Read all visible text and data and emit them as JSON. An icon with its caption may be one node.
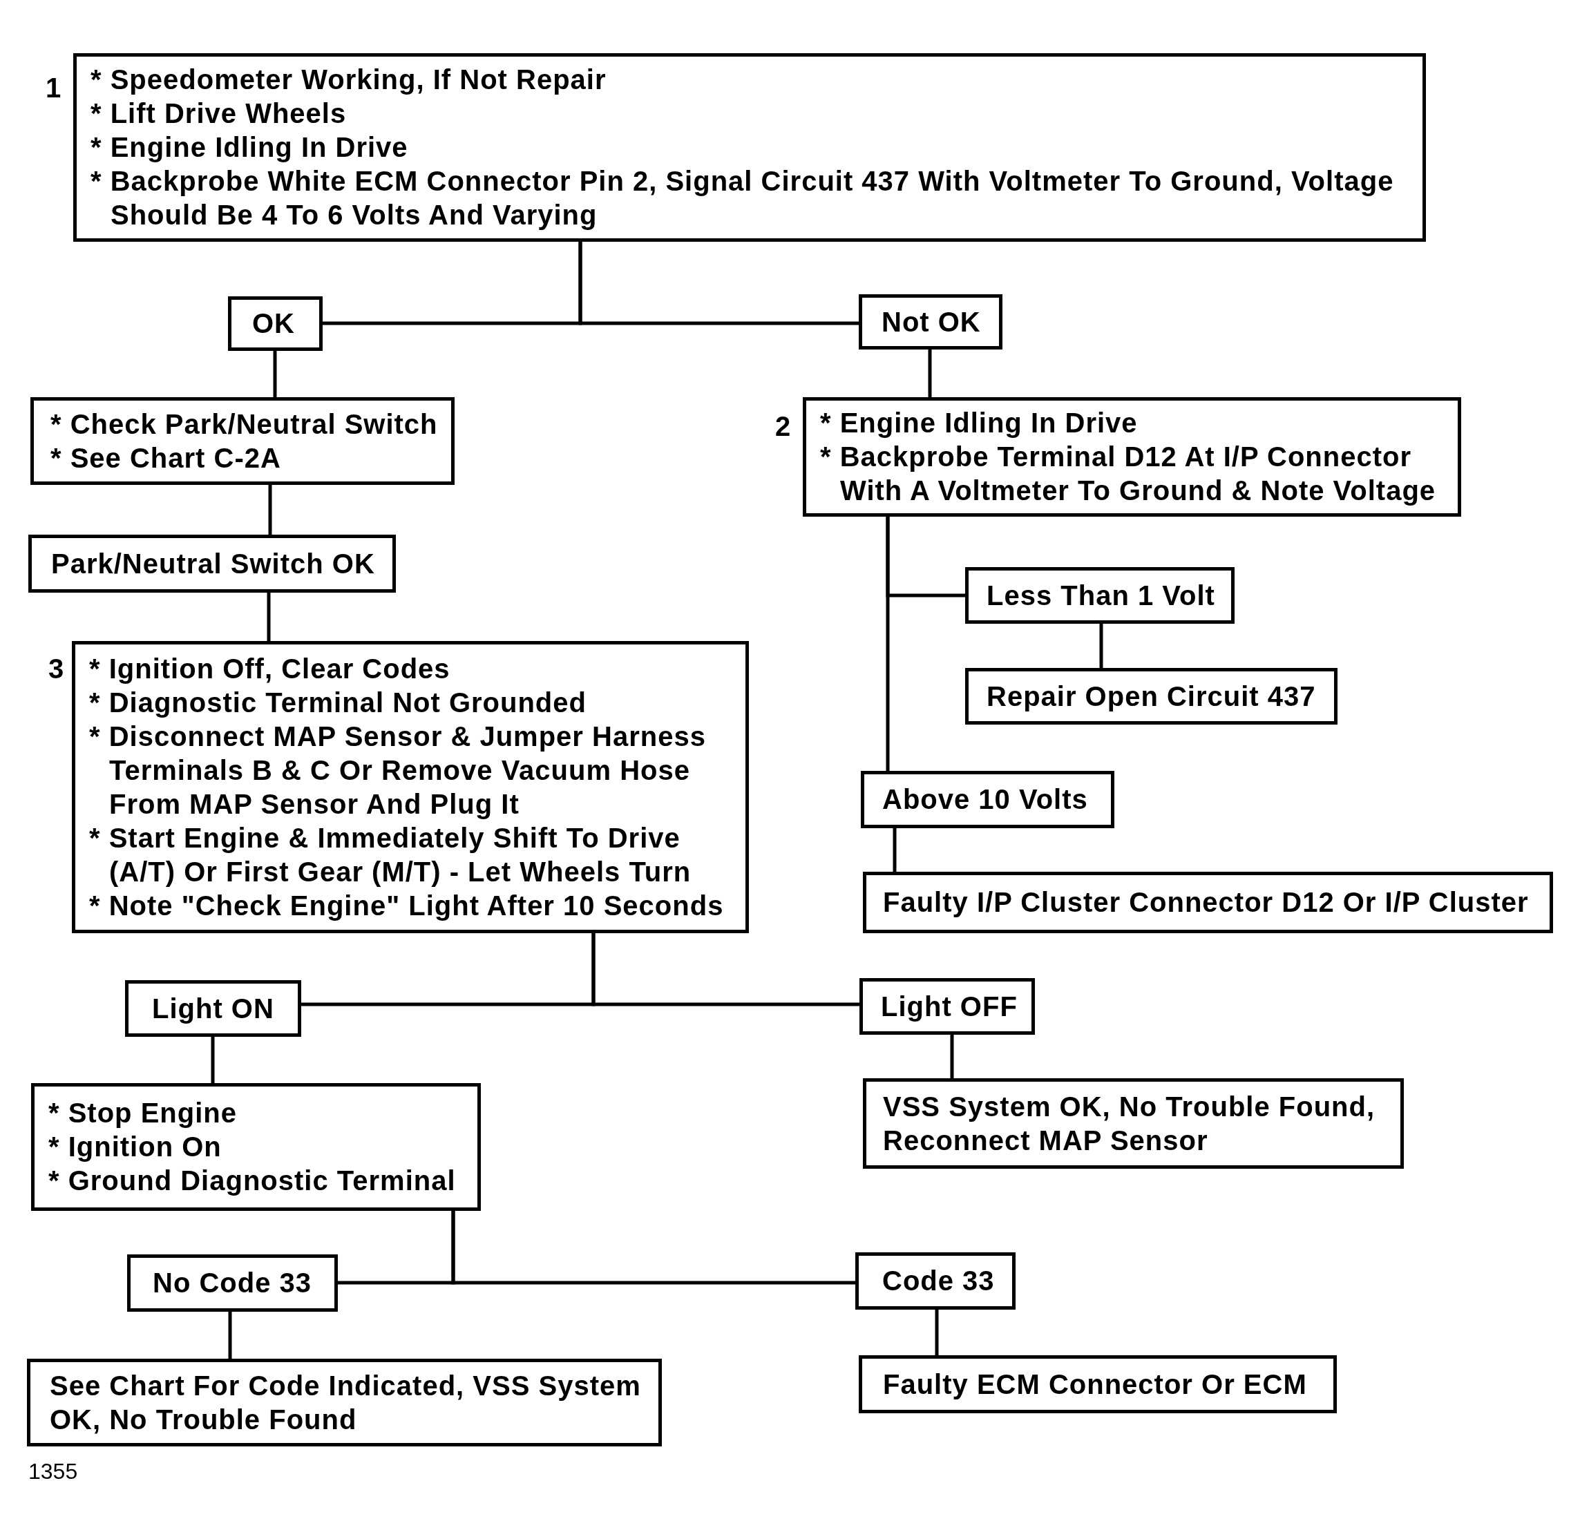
{
  "diagram": {
    "nodes": [
      {
        "text": [
          "* Speedometer Working, If Not Repair",
          "* Lift Drive Wheels",
          "* Engine Idling In Drive",
          "* Backprobe White ECM Connector Pin 2, Signal Circuit 437 With Voltmeter To Ground, Voltage Should Be 4 To 6 Volts And Varying"
        ],
        "beside": [
          "1"
        ]
      },
      {
        "text": [
          "OK"
        ]
      },
      {
        "text": [
          "Not OK"
        ]
      },
      {
        "text": [
          "* Check Park/Neutral Switch",
          "* See Chart C-2A"
        ]
      },
      {
        "text": [
          "* Engine Idling In Drive",
          "* Backprobe Terminal D12 At I/P Connector With A Voltmeter To Ground & Note Voltage"
        ],
        "beside": [
          "2"
        ]
      },
      {
        "text": [
          "Park/Neutral Switch OK"
        ]
      },
      {
        "text": [
          "Less Than 1 Volt"
        ]
      },
      {
        "text": [
          "Repair Open Circuit 437"
        ]
      },
      {
        "text": [
          "* Ignition Off, Clear Codes",
          "* Diagnostic Terminal Not Grounded",
          "* Disconnect MAP Sensor & Jumper Harness Terminals B & C Or Remove Vacuum Hose From MAP Sensor And Plug It",
          "* Start Engine & Immediately Shift To Drive (A/T) Or First Gear (M/T) - Let Wheels Turn",
          "* Note \"Check Engine\" Light After 10 Seconds"
        ],
        "beside": [
          "3"
        ]
      },
      {
        "text": [
          "Above 10 Volts"
        ]
      },
      {
        "text": [
          "Faulty I/P Cluster Connector D12 Or I/P Cluster"
        ]
      },
      {
        "text": [
          "Light ON"
        ]
      },
      {
        "text": [
          "Light OFF"
        ]
      },
      {
        "text": [
          "* Stop Engine",
          "* Ignition On",
          "* Ground Diagnostic Terminal"
        ]
      },
      {
        "text": [
          "VSS System OK, No Trouble Found, Reconnect MAP Sensor"
        ]
      },
      {
        "text": [
          "No Code 33"
        ]
      },
      {
        "text": [
          "Code 33"
        ]
      },
      {
        "text": [
          "See Chart For Code Indicated, VSS System OK, No Trouble Found"
        ]
      },
      {
        "text": [
          "Faulty ECM Connector Or ECM"
        ]
      }
    ],
    "edges": [
      {
        "from": 0,
        "to": 1,
        "arrow": "none"
      },
      {
        "from": 0,
        "to": 2,
        "arrow": "none"
      },
      {
        "from": 1,
        "to": 3,
        "arrow": "none"
      },
      {
        "from": 2,
        "to": 4,
        "arrow": "none"
      },
      {
        "from": 3,
        "to": 5,
        "arrow": "none"
      },
      {
        "from": 5,
        "to": 8,
        "arrow": "none"
      },
      {
        "from": 4,
        "to": 6,
        "arrow": "none"
      },
      {
        "from": 4,
        "to": 9,
        "arrow": "none"
      },
      {
        "from": 6,
        "to": 7,
        "arrow": "none"
      },
      {
        "from": 9,
        "to": 10,
        "arrow": "none"
      },
      {
        "from": 8,
        "to": 11,
        "arrow": "none"
      },
      {
        "from": 8,
        "to": 12,
        "arrow": "none"
      },
      {
        "from": 11,
        "to": 13,
        "arrow": "none"
      },
      {
        "from": 12,
        "to": 14,
        "arrow": "none"
      },
      {
        "from": 13,
        "to": 15,
        "arrow": "none"
      },
      {
        "from": 13,
        "to": 16,
        "arrow": "none"
      },
      {
        "from": 15,
        "to": 17,
        "arrow": "none"
      },
      {
        "from": 16,
        "to": 18,
        "arrow": "none"
      }
    ],
    "labels": [
      "1355"
    ]
  }
}
